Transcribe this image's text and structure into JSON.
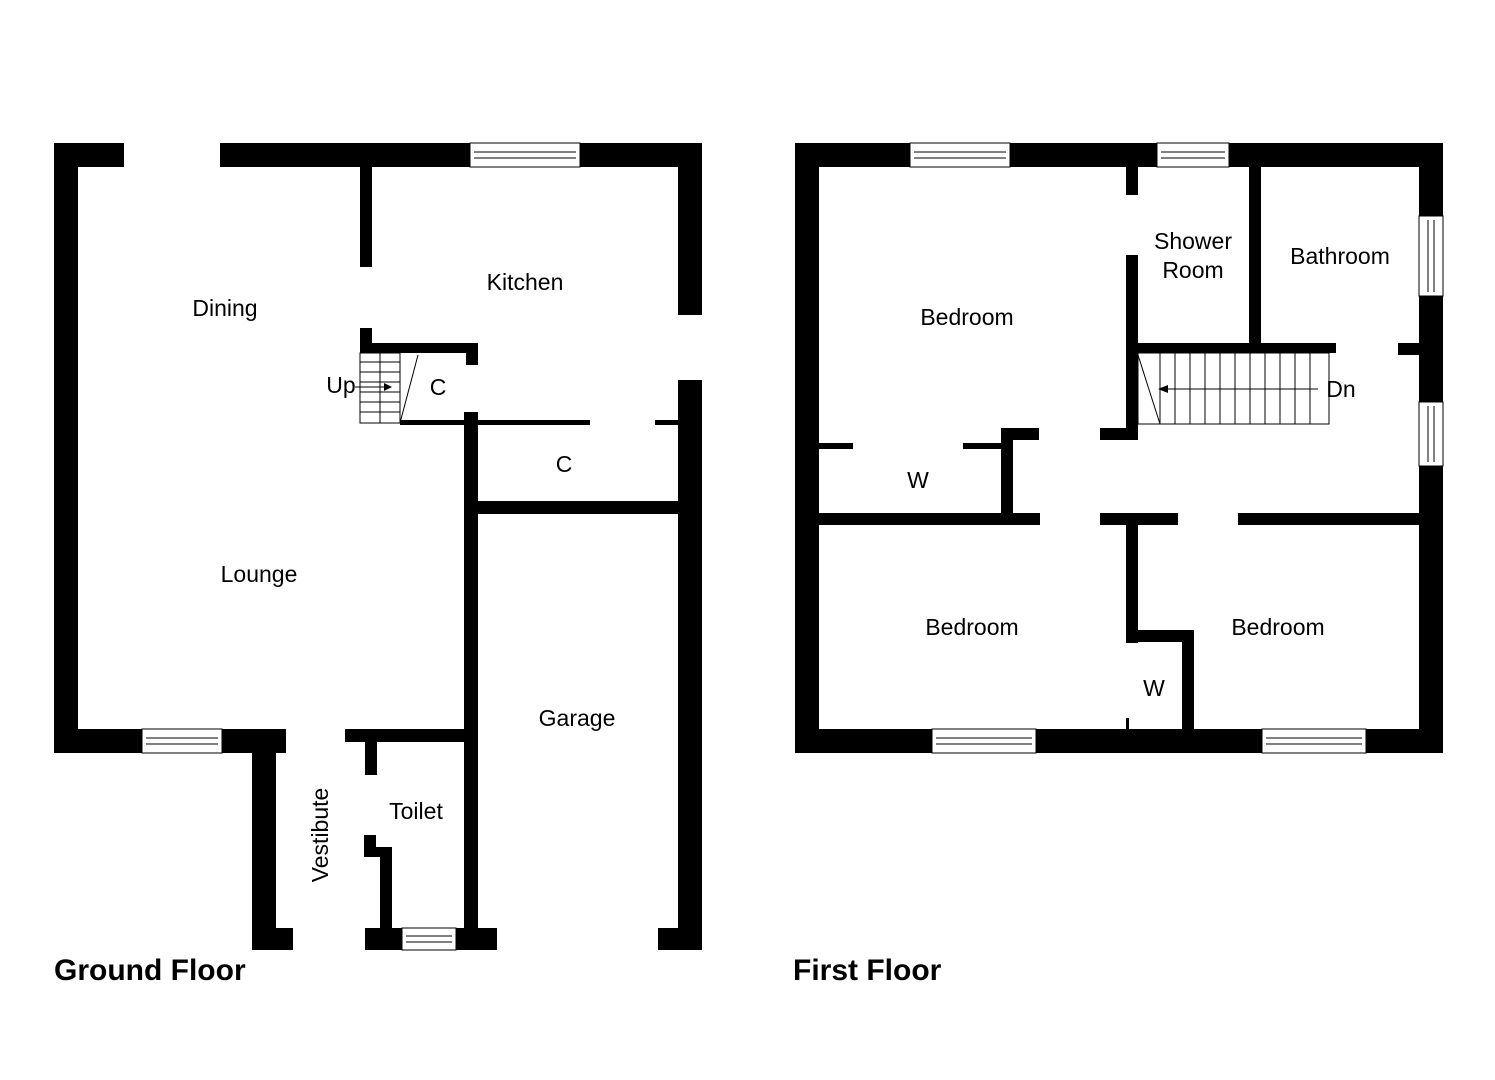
{
  "ground_floor": {
    "title": "Ground Floor",
    "rooms": {
      "dining": "Dining",
      "kitchen": "Kitchen",
      "lounge": "Lounge",
      "up": "Up",
      "cupboard_1": "C",
      "cupboard_2": "C",
      "garage": "Garage",
      "toilet": "Toilet",
      "vestibute": "Vestibute"
    }
  },
  "first_floor": {
    "title": "First Floor",
    "rooms": {
      "bedroom_1": "Bedroom",
      "shower_room_line1": "Shower",
      "shower_room_line2": "Room",
      "bathroom": "Bathroom",
      "dn": "Dn",
      "wardrobe_1": "W",
      "bedroom_2": "Bedroom",
      "bedroom_3": "Bedroom",
      "wardrobe_2": "W"
    }
  },
  "colors": {
    "wall": "#000000",
    "background": "#ffffff"
  }
}
